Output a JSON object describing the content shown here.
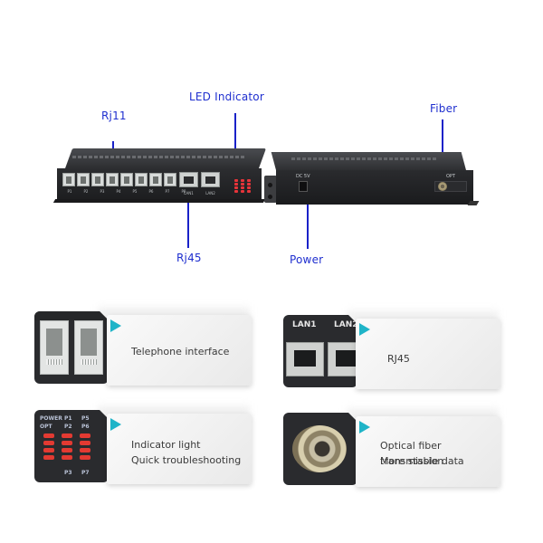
{
  "callouts": {
    "rj11": "Rj11",
    "led_indicator": "LED Indicator",
    "rj45": "Rj45",
    "fiber": "Fiber",
    "power": "Power"
  },
  "front_unit": {
    "rj11_ports": [
      "P1",
      "P2",
      "P3",
      "P4",
      "P5",
      "P6",
      "P7",
      "P8"
    ],
    "rj45_ports": [
      "LAN1",
      "LAN2"
    ]
  },
  "rear_unit": {
    "power_label": "DC 5V",
    "fiber_label": "OPT"
  },
  "cards": [
    {
      "lines": [
        "Telephone interface"
      ],
      "photo": "rj11-closeup"
    },
    {
      "lines": [
        "RJ45"
      ],
      "photo": "rj45-closeup",
      "photo_labels": [
        "LAN1",
        "LAN2"
      ]
    },
    {
      "lines": [
        "Indicator light",
        "Quick troubleshooting"
      ],
      "photo": "led-closeup",
      "photo_labels": [
        "POWER",
        "P1",
        "P5",
        "OPT",
        "P2",
        "P6",
        "P3",
        "P7"
      ]
    },
    {
      "lines": [
        "Optical fiber transmission",
        "More stable data"
      ],
      "photo": "fiber-closeup"
    }
  ],
  "colors": {
    "callout_text": "#1f2fcf",
    "callout_line": "#1a22c8",
    "card_arrow": "#1fb4c8",
    "led_red": "#e33a32"
  }
}
